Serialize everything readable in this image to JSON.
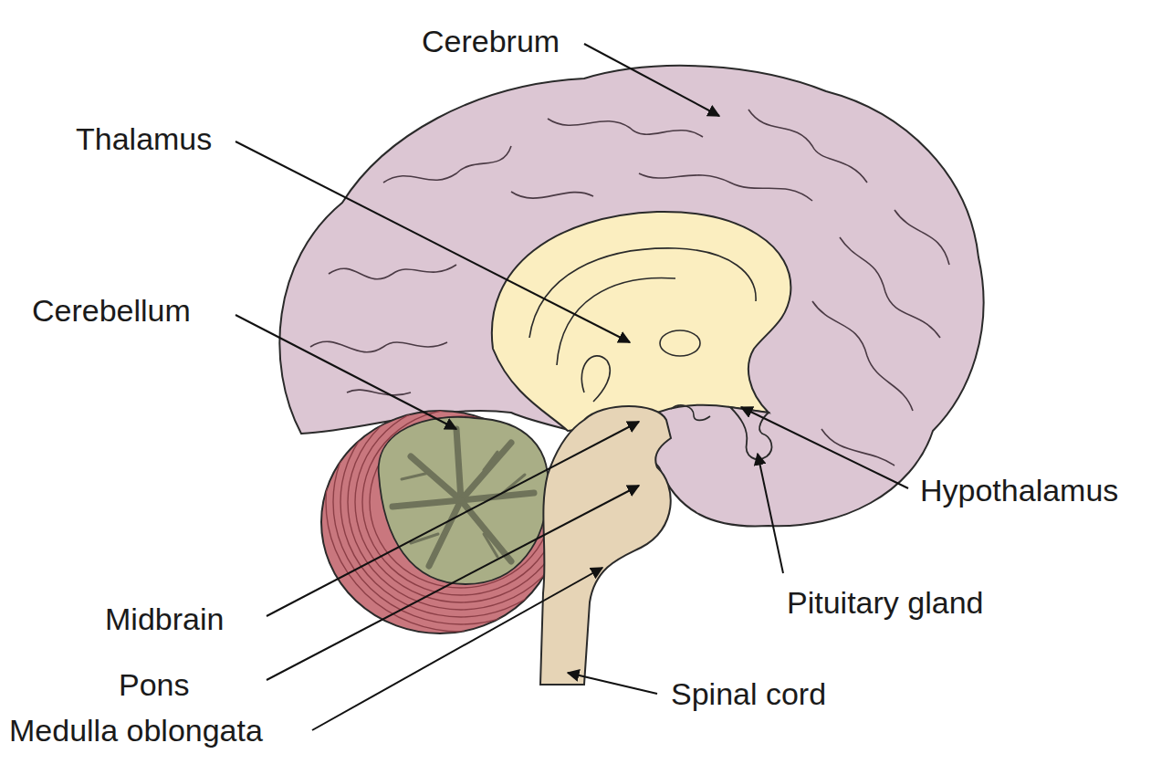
{
  "diagram": {
    "labels": [
      "Cerebrum",
      "Thalamus",
      "Cerebellum",
      "Midbrain",
      "Pons",
      "Medulla oblongata",
      "Hypothalamus",
      "Pituitary gland",
      "Spinal cord"
    ]
  }
}
